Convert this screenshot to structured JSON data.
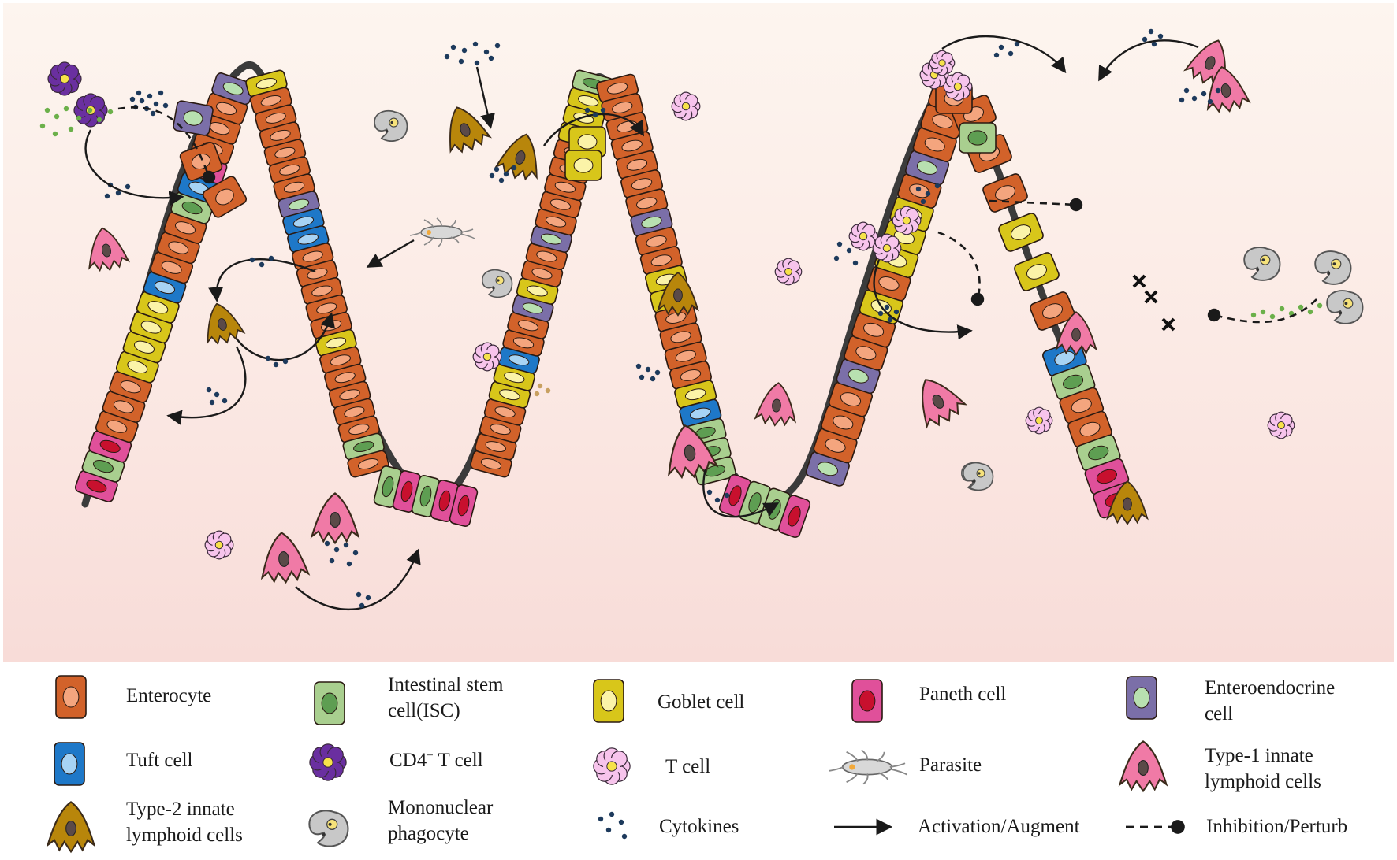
{
  "legend": {
    "enterocyte": "Enterocyte",
    "isc_line1": "Intestinal stem",
    "isc_line2": "cell(ISC)",
    "goblet": "Goblet cell",
    "paneth": "Paneth cell",
    "enteroendocrine_line1": "Enteroendocrine",
    "enteroendocrine_line2": "cell",
    "tuft": "Tuft cell",
    "cd4_prefix": "CD4",
    "cd4_sup": "+",
    "cd4_suffix": " T cell",
    "tcell": "T cell",
    "parasite": "Parasite",
    "ilc1_line1": "Type-1 innate",
    "ilc1_line2": "lymphoid cells",
    "ilc2_line1": "Type-2 innate",
    "ilc2_line2": "lymphoid cells",
    "mono_line1": "Mononuclear",
    "mono_line2": "phagocyte",
    "cytokines": "Cytokines",
    "activation": "Activation/Augment",
    "inhibition": "Inhibition/Perturb"
  },
  "colors": {
    "enterocyte": "#d2622a",
    "enterocyte_nucleus": "#f4a57e",
    "isc": "#a9cf8f",
    "isc_nucleus": "#5e9e52",
    "goblet": "#d8c61a",
    "goblet_nucleus": "#fbf3a8",
    "paneth": "#e0509a",
    "paneth_nucleus": "#c8102e",
    "enteroendocrine": "#7b6fa8",
    "enteroendocrine_nucleus": "#b8e0b0",
    "tuft": "#1e78c8",
    "tuft_nucleus": "#a7d3f4",
    "ilc1": "#f07aa6",
    "ilc2": "#b8860b",
    "cd4": "#6a2fa0",
    "tcell": "#f7c4ec",
    "mono": "#c8c8c8",
    "cytokine": "#1d3a5c"
  },
  "icons": [
    "enterocyte-icon",
    "isc-icon",
    "goblet-icon",
    "paneth-icon",
    "enteroendocrine-icon",
    "tuft-icon",
    "cd4-tcell-icon",
    "tcell-icon",
    "parasite-icon",
    "ilc1-icon",
    "ilc2-icon",
    "mononuclear-phagocyte-icon",
    "cytokines-icon",
    "activation-arrow-icon",
    "inhibition-line-icon"
  ]
}
